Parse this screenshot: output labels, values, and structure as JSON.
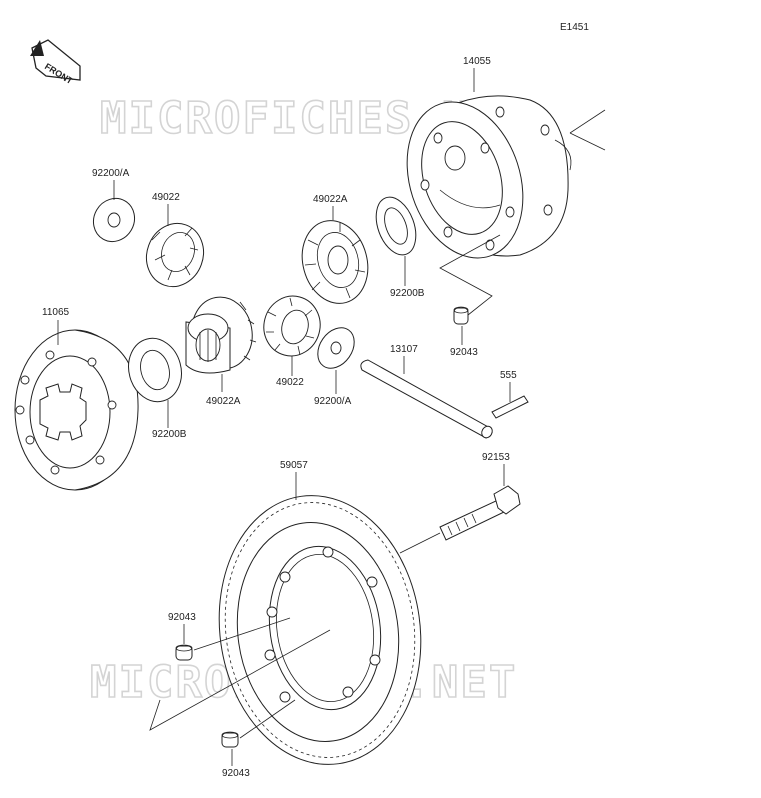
{
  "diagram_code": "E1451",
  "front_badge": "FRONT",
  "watermark": "MICROFICHES.NET",
  "parts": {
    "differential_case": "14055",
    "washer_upper_left": "92200/A",
    "bevel_gear_small": "49022",
    "side_gear_upper": "49022A",
    "washer_case": "92200B",
    "pin_case": "92043",
    "case_cover": "11065",
    "washer_left": "92200B",
    "side_gear_lower": "49022A",
    "bevel_gear_lower": "49022",
    "washer_lower": "92200/A",
    "shaft": "13107",
    "spring_pin": "555",
    "bolt": "92153",
    "ring_gear": "59057",
    "pin_left": "92043",
    "pin_bottom": "92043"
  },
  "colors": {
    "line": "#222222",
    "watermark": "#d4d4d4",
    "background": "#ffffff"
  }
}
